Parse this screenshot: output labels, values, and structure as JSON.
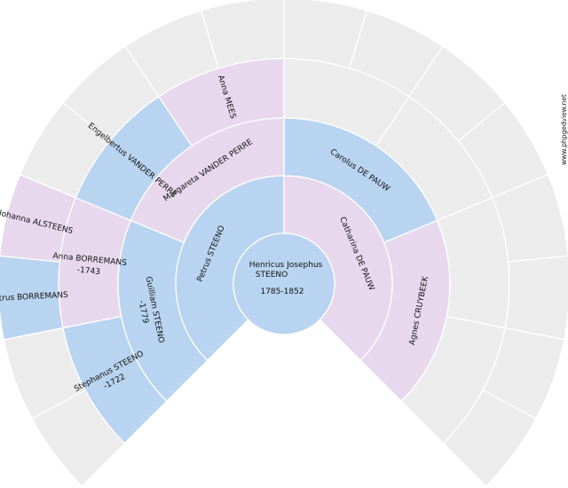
{
  "site_watermark": "www.phpgedview.net",
  "root": {
    "lines": [
      "Henricus Josephus",
      "STEENO",
      "1785-1852"
    ],
    "gender": "M"
  },
  "ancestors": [
    {
      "id": "father",
      "generation": 1,
      "gender": "M",
      "lines": [
        "Petrus STEENO"
      ]
    },
    {
      "id": "mother",
      "generation": 1,
      "gender": "F",
      "lines": [
        "Catharina DE PAUW"
      ]
    },
    {
      "id": "ff",
      "generation": 2,
      "gender": "M",
      "lines": [
        "Guilliam STEENO",
        "-1779"
      ]
    },
    {
      "id": "fm",
      "generation": 2,
      "gender": "F",
      "lines": [
        "Margareta VANDER PERRE"
      ]
    },
    {
      "id": "mf",
      "generation": 2,
      "gender": "M",
      "lines": [
        "Carolus DE PAUW"
      ]
    },
    {
      "id": "mm",
      "generation": 2,
      "gender": "F",
      "lines": [
        "Agnes CRUYBEEK"
      ]
    },
    {
      "id": "fff",
      "generation": 3,
      "gender": "M",
      "lines": [
        "Stephanus STEENO",
        "-1722"
      ]
    },
    {
      "id": "ffm",
      "generation": 3,
      "gender": "F",
      "lines": [
        "Anna BORREMANS",
        "-1743"
      ]
    },
    {
      "id": "fmf",
      "generation": 3,
      "gender": "M",
      "lines": [
        "Engelbertus VANDER PERRE"
      ]
    },
    {
      "id": "fmm",
      "generation": 3,
      "gender": "F",
      "lines": [
        "Anna MEES"
      ]
    },
    {
      "id": "ffmf",
      "generation": 4,
      "gender": "M",
      "lines": [
        "Petrus BORREMANS"
      ]
    },
    {
      "id": "ffmm",
      "generation": 4,
      "gender": "F",
      "lines": [
        "Johanna ALSTEENS"
      ]
    }
  ],
  "colors": {
    "male": "#b8d4f0",
    "female": "#e8d8ee",
    "unknown": "#ececec",
    "separator": "#ffffff"
  }
}
